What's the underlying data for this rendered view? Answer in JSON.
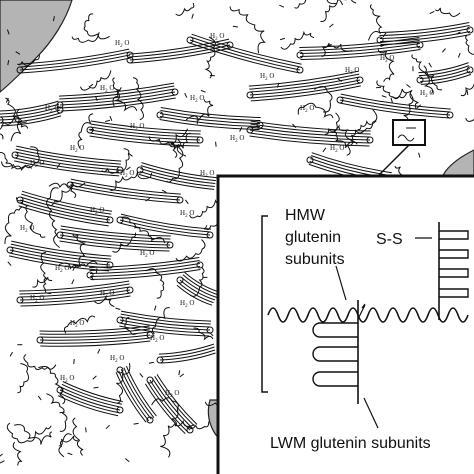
{
  "network": {
    "water_label_parts": [
      "H",
      "2",
      "O"
    ],
    "water_label_count": 30
  },
  "inset": {
    "hmw_label": [
      "HMW",
      "glutenin",
      "subunits"
    ],
    "ss_label": "S-S",
    "lwm_label": "LWM glutenin subunits"
  },
  "colors": {
    "starch": "#b4b4b4",
    "line": "#111111",
    "background": "#ffffff"
  }
}
